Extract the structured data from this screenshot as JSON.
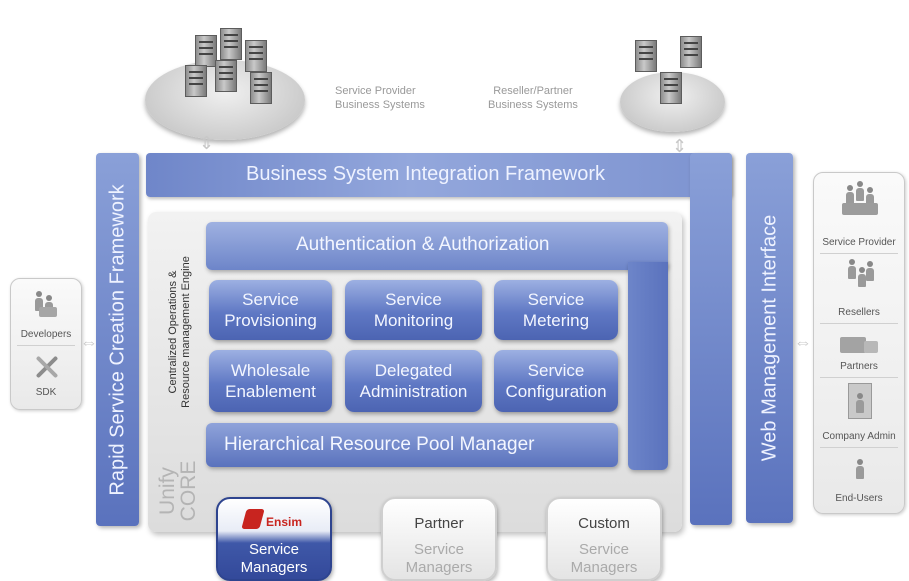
{
  "diagram": {
    "top_systems": {
      "service_provider": [
        "Service Provider",
        "Business Systems"
      ],
      "reseller_partner": [
        "Reseller/Partner",
        "Business Systems"
      ]
    },
    "business_framework": "Business System Integration Framework",
    "rapid_framework": "Rapid Service Creation Framework",
    "web_interface": "Web Management Interface",
    "engine_label": [
      "Centralized Operations &",
      "Resource management Engine"
    ],
    "unify_core": [
      "Unify",
      "CORE"
    ],
    "auth": "Authentication & Authorization",
    "tiles": [
      [
        "Service",
        "Provisioning"
      ],
      [
        "Service",
        "Monitoring"
      ],
      [
        "Service",
        "Metering"
      ],
      [
        "Wholesale",
        "Enablement"
      ],
      [
        "Delegated",
        "Administration"
      ],
      [
        "Service",
        "Configuration"
      ]
    ],
    "resource_pool": "Hierarchical Resource Pool Manager",
    "left_side": [
      "Developers",
      "SDK"
    ],
    "right_side": [
      "Service Provider",
      "Resellers",
      "Partners",
      "Company Admin",
      "End-Users"
    ],
    "managers": {
      "parallels_logo": "Ensim",
      "parallels": [
        "Service",
        "Managers"
      ],
      "partner": [
        "Partner",
        "Service",
        "Managers"
      ],
      "custom": [
        "Custom",
        "Service",
        "Managers"
      ]
    },
    "colors": {
      "blue_dark": "#4c64b2",
      "blue_light": "#9db0e2",
      "grey_panel": "#e6e6e6",
      "logo_red": "#c8241f"
    }
  }
}
